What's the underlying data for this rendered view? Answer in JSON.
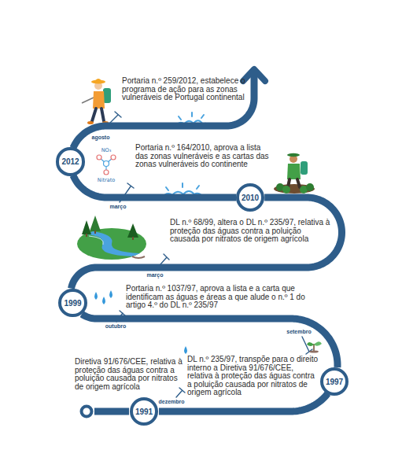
{
  "diagram": {
    "nodes": [
      {
        "text": [
          "2012"
        ]
      },
      {
        "text": [
          "2010"
        ]
      },
      {
        "text": [
          "1999"
        ]
      },
      {
        "text": [
          "1997"
        ]
      },
      {
        "text": [
          "1991"
        ]
      }
    ],
    "edges": [
      {
        "from": 4,
        "to": 3,
        "arrow": "none"
      },
      {
        "from": 3,
        "to": 2,
        "arrow": "none"
      },
      {
        "from": 2,
        "to": 1,
        "arrow": "none"
      },
      {
        "from": 1,
        "to": 0,
        "arrow": "none"
      }
    ],
    "labels": [
      "Portaria n.º 259/2012, estabelece o programa de ação para as zonas vulneráveis de Portugal continental",
      "agosto",
      "NO₃",
      "Nitrato",
      "Portaria n.º 164/2010, aprova a lista das zonas vulneráveis e as cartas das zonas vulneráveis do continente",
      "março",
      "DL n.º 68/99, altera o DL n.º 235/97, relativa à proteção das águas contra a poluição causada por nitratos de origem agrícola",
      "março",
      "Portaria n.º 1037/97, aprova a lista e a carta que identificam as águas e áreas a que alude o n.º 1 do artigo 4.º do DL n.º 235/97",
      "outubro",
      "setembro",
      "Diretiva 91/676/CEE, relativa à proteção das águas contra a poluição causada por nitratos de origem agrícola",
      "DL n.º 235/97, transpõe para o direito interno a Diretiva 91/676/CEE, relativa à proteção das águas contra a poluição causada por nitratos de origem agrícola",
      "dezembro"
    ]
  }
}
